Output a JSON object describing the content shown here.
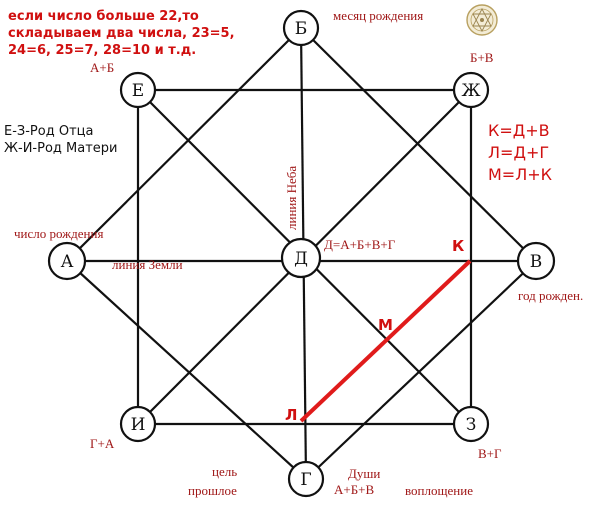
{
  "colors": {
    "line": "#111111",
    "highlight": "#e01b1b",
    "red_text": "#d01010",
    "dark_red_text": "#a01818",
    "black_text": "#111111",
    "logo": "#b8a060"
  },
  "icons": {
    "logo": "star-emblem-icon"
  },
  "nodes": {
    "B_top": "Б",
    "E": "Е",
    "Zh": "Ж",
    "A": "А",
    "D": "Д",
    "V": "В",
    "I": "И",
    "Z": "З",
    "G": "Г"
  },
  "points": {
    "K": "К",
    "M": "М",
    "L": "Л"
  },
  "notes": {
    "rule_line1": "если число больше 22,то",
    "rule_line2": "складываем два числа, 23=5,",
    "rule_line3": "24=6, 25=7, 28=10 и т.д.",
    "birth_month": "месяц рождения",
    "a_plus_b": "А+Б",
    "b_plus_v": "Б+В",
    "father_line": "Е-З-Род Отца",
    "mother_line": "Ж-И-Род Матери",
    "k_formula": "К=Д+В",
    "l_formula": "Л=Д+Г",
    "m_formula": "М=Л+К",
    "sky_line": "линия Неба",
    "birth_day": "число рождения",
    "earth_line": "линия Земли",
    "d_formula": "Д=А+Б+В+Г",
    "birth_year": "год рожден.",
    "g_plus_a": "Г+А",
    "v_plus_g": "В+Г",
    "goal": "цель",
    "past": "прошлое",
    "souls": "Души",
    "a_b_v": "А+Б+В",
    "embodiment": "воплощение"
  }
}
